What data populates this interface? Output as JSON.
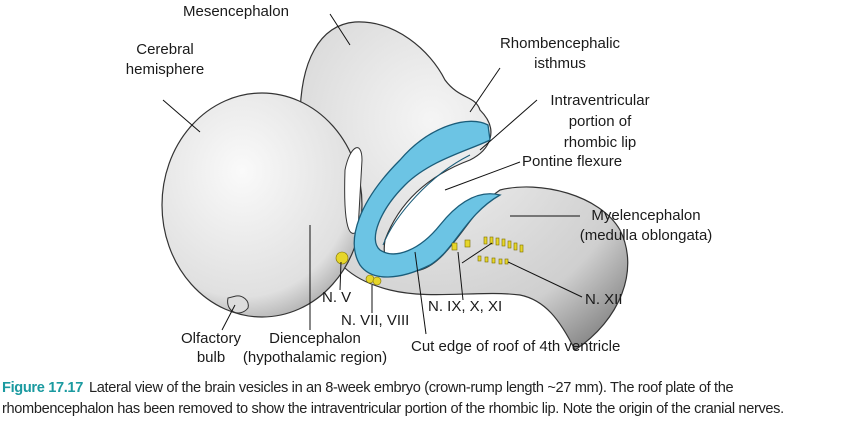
{
  "labels": {
    "mesencephalon": "Mesencephalon",
    "cerebral_hemisphere": [
      "Cerebral",
      "hemisphere"
    ],
    "rhombencephalic_isthmus": [
      "Rhombencephalic",
      "isthmus"
    ],
    "rhombic_lip": [
      "Intraventricular",
      "portion of",
      "rhombic lip"
    ],
    "pontine_flexure": "Pontine flexure",
    "myelencephalon": [
      "Myelencephalon",
      "(medulla oblongata)"
    ],
    "n_v": "N. V",
    "n_vii_viii": "N. VII, VIII",
    "n_ix_x_xi": "N. IX, X, XI",
    "n_xii": "N. XII",
    "olfactory_bulb": [
      "Olfactory",
      "bulb"
    ],
    "diencephalon": [
      "Diencephalon",
      "(hypothalamic region)"
    ],
    "cut_edge": "Cut edge of roof of 4th ventricle"
  },
  "caption": {
    "figure_number": "Figure 17.17",
    "text": "Lateral view of the brain vesicles in an 8-week embryo (crown-rump length ~27 mm). The roof plate of the rhombencephalon has been removed to show the intraventricular portion of the rhombic lip. Note the origin of the cranial nerves."
  },
  "colors": {
    "accent": "#1b9aa0",
    "ventricle": "#6cc4e4",
    "nerve": "#e6d62a"
  }
}
